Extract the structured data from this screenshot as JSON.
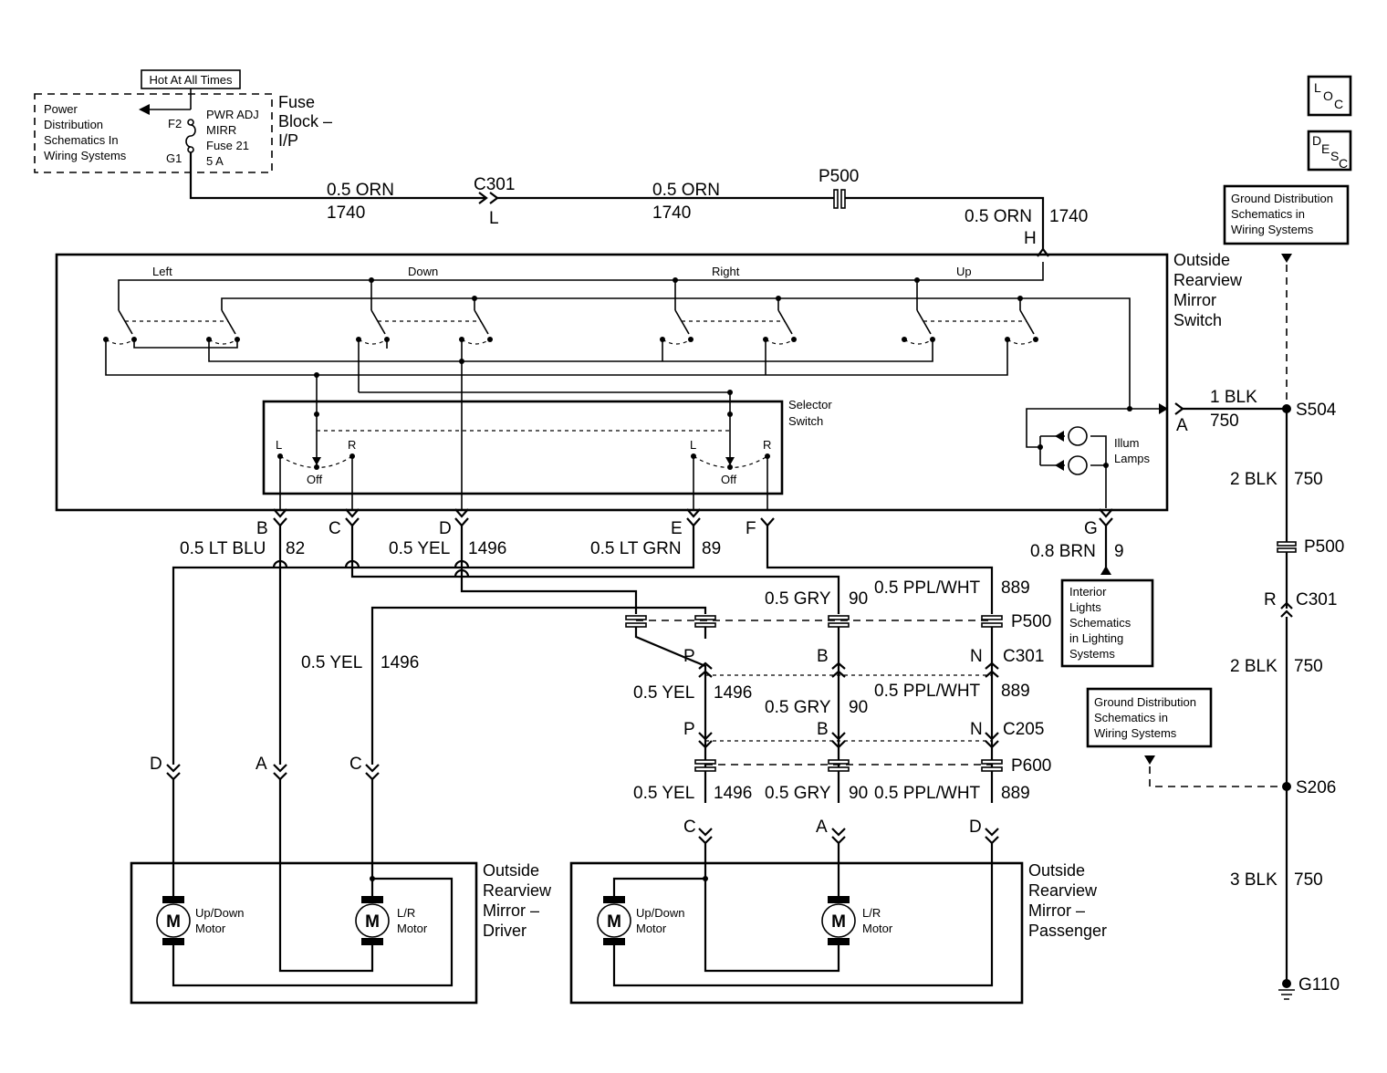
{
  "fuse_block": {
    "hot_label": "Hot At All Times",
    "power_ref": [
      "Power",
      "Distribution",
      "Schematics In",
      "Wiring Systems"
    ],
    "pin_f2": "F2",
    "pin_g1": "G1",
    "fuse_desc": [
      "PWR ADJ",
      "MIRR",
      "Fuse 21",
      "5 A"
    ],
    "title": [
      "Fuse",
      "Block –",
      "I/P"
    ]
  },
  "top_wire": {
    "seg1_color": "0.5 ORN",
    "seg1_circuit": "1740",
    "c301": "C301",
    "c301_pin": "L",
    "seg2_color": "0.5 ORN",
    "seg2_circuit": "1740",
    "p500": "P500",
    "seg3_color": "0.5 ORN",
    "seg3_circuit": "1740",
    "pin_h": "H"
  },
  "switch": {
    "title": [
      "Outside",
      "Rearview",
      "Mirror",
      "Switch"
    ],
    "dir_left": "Left",
    "dir_down": "Down",
    "dir_right": "Right",
    "dir_up": "Up",
    "selector_title": [
      "Selector",
      "Switch"
    ],
    "sel_l": "L",
    "sel_r": "R",
    "sel_off": "Off",
    "illum": [
      "Illum",
      "Lamps"
    ],
    "pin_a": "A"
  },
  "pins": {
    "b": "B",
    "c": "C",
    "d": "D",
    "e": "E",
    "f": "F",
    "g": "G",
    "b_wire": "0.5 LT BLU",
    "b_circ": "82",
    "d_wire": "0.5 YEL",
    "d_circ": "1496",
    "e_wire": "0.5 LT GRN",
    "e_circ": "89",
    "g_wire": "0.8 BRN",
    "g_circ": "9"
  },
  "interior_ref": [
    "Interior",
    "Lights",
    "Schematics",
    "in Lighting",
    "Systems"
  ],
  "passenger_wires": {
    "gry": "0.5 GRY",
    "gry_circ": "90",
    "ppl": "0.5 PPL/WHT",
    "ppl_circ": "889",
    "yel": "0.5 YEL",
    "yel_circ": "1496",
    "p500": "P500",
    "c301": "C301",
    "c205": "C205",
    "p600": "P600",
    "pin_p": "P",
    "pin_b": "B",
    "pin_n": "N",
    "pin_c": "C",
    "pin_a": "A",
    "pin_d": "D"
  },
  "driver_wires": {
    "yel": "0.5 YEL",
    "yel_circ": "1496",
    "pin_d": "D",
    "pin_a": "A",
    "pin_c": "C"
  },
  "motors": {
    "m": "M",
    "updown": [
      "Up/Down",
      "Motor"
    ],
    "lr": [
      "L/R",
      "Motor"
    ]
  },
  "driver_title": [
    "Outside",
    "Rearview",
    "Mirror –",
    "Driver"
  ],
  "passenger_title": [
    "Outside",
    "Rearview",
    "Mirror –",
    "Passenger"
  ],
  "ground": {
    "loc": [
      "L",
      "O",
      "C"
    ],
    "desc": [
      "D",
      "E",
      "S",
      "C"
    ],
    "ref_top": [
      "Ground Distribution",
      "Schematics in",
      "Wiring Systems"
    ],
    "ref_bot": [
      "Ground Distribution",
      "Schematics in",
      "Wiring Systems"
    ],
    "w1": "1 BLK",
    "w1_circ": "750",
    "s504": "S504",
    "w2": "2 BLK",
    "w2_circ": "750",
    "p500": "P500",
    "pin_r": "R",
    "c301": "C301",
    "w3": "2 BLK",
    "w3_circ": "750",
    "s206": "S206",
    "w4": "3 BLK",
    "w4_circ": "750",
    "g110": "G110"
  }
}
